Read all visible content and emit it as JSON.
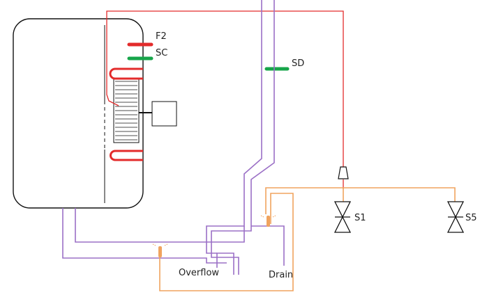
{
  "labels": {
    "f2": "F2",
    "sc": "SC",
    "sd": "SD",
    "s1": "S1",
    "s5": "S5",
    "overflow": "Overflow",
    "drain": "Drain"
  },
  "colors": {
    "red_line": "#e32b2b",
    "green_sensor": "#17a54a",
    "purple_pipe": "#9b70c6",
    "orange_pipe": "#f0a35e",
    "outline": "#111111"
  },
  "icons": {
    "valve_s1": "hourglass-valve-icon",
    "valve_s5": "hourglass-valve-icon",
    "funnel": "funnel-icon",
    "heater": "heater-coil-icon",
    "motor": "motor-box-icon"
  }
}
